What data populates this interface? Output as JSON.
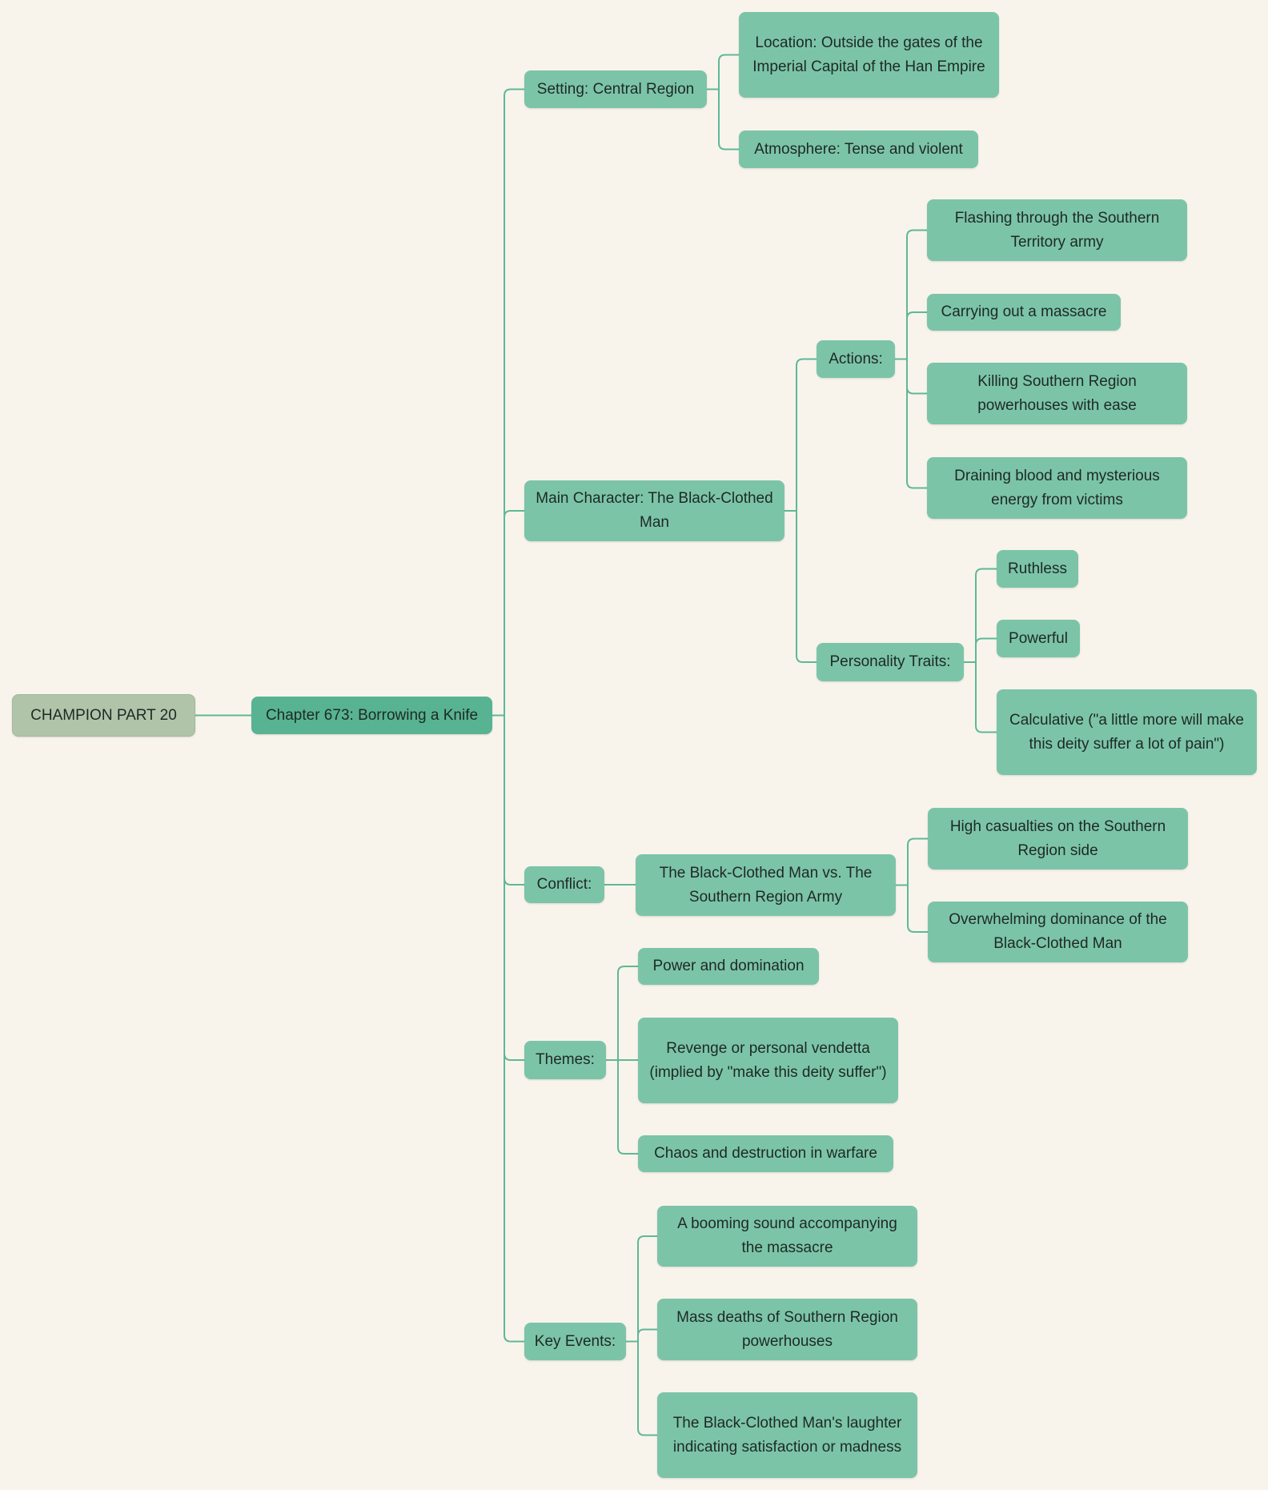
{
  "colors": {
    "background": "#f8f4ec",
    "node": "#7cc4a8",
    "chapter": "#58b393",
    "root": "#b0c4aa",
    "link": "#5fb896"
  },
  "root": "CHAMPION PART 20",
  "chapter": "Chapter 673: Borrowing a Knife",
  "setting": {
    "label": "Setting: Central Region",
    "location": "Location: Outside the gates of the Imperial Capital of the Han Empire",
    "atmosphere": "Atmosphere: Tense and violent"
  },
  "main_character": {
    "label": "Main Character: The Black-Clothed Man",
    "actions": {
      "label": "Actions:",
      "items": [
        "Flashing through the Southern Territory army",
        "Carrying out a massacre",
        "Killing Southern Region powerhouses with ease",
        "Draining blood and mysterious energy from victims"
      ]
    },
    "traits": {
      "label": "Personality Traits:",
      "items": [
        "Ruthless",
        "Powerful",
        "Calculative (\"a little more will make this deity suffer a lot of pain\")"
      ]
    }
  },
  "conflict": {
    "label": "Conflict:",
    "main": "The Black-Clothed Man vs. The Southern Region Army",
    "items": [
      "High casualties on the Southern Region side",
      "Overwhelming dominance of the Black-Clothed Man"
    ]
  },
  "themes": {
    "label": "Themes:",
    "items": [
      "Power and domination",
      "Revenge or personal vendetta (implied by \"make this deity suffer\")",
      "Chaos and destruction in warfare"
    ]
  },
  "key_events": {
    "label": "Key Events:",
    "items": [
      "A booming sound accompanying the massacre",
      "Mass deaths of Southern Region powerhouses",
      "The Black-Clothed Man's laughter indicating satisfaction or madness"
    ]
  }
}
